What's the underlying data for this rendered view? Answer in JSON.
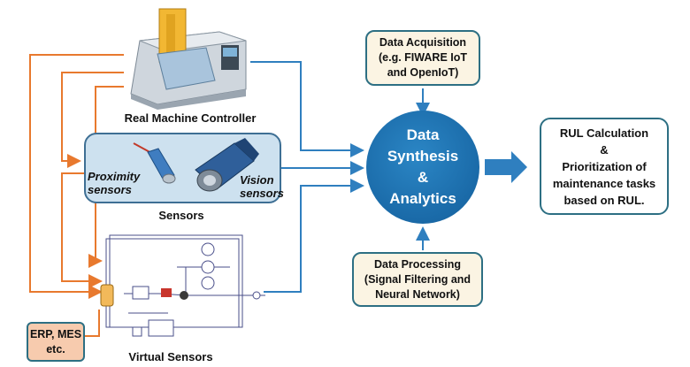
{
  "machine": {
    "label": "Real Machine Controller"
  },
  "sensors": {
    "group_label": "Sensors",
    "proximity_label": "Proximity\nsensors",
    "vision_label": "Vision\nsensors"
  },
  "virtual": {
    "label": "Virtual Sensors"
  },
  "erp": {
    "label": "ERP, MES\netc."
  },
  "acquisition": {
    "text": "Data Acquisition\n(e.g. FIWARE IoT\nand OpenIoT)"
  },
  "processing": {
    "text": "Data Processing\n(Signal Filtering and\nNeural Network)"
  },
  "center": {
    "text": "Data\nSynthesis\n&\nAnalytics"
  },
  "rul": {
    "text": "RUL Calculation\n&\nPrioritization of\nmaintenance tasks\nbased on RUL."
  },
  "colors": {
    "orange": "#e8792e",
    "blue": "#2f7fbf",
    "circle": "#1a6aa8",
    "panel": "#cde1ef",
    "peach": "#f7cbae",
    "tan": "#fbf4e3"
  }
}
